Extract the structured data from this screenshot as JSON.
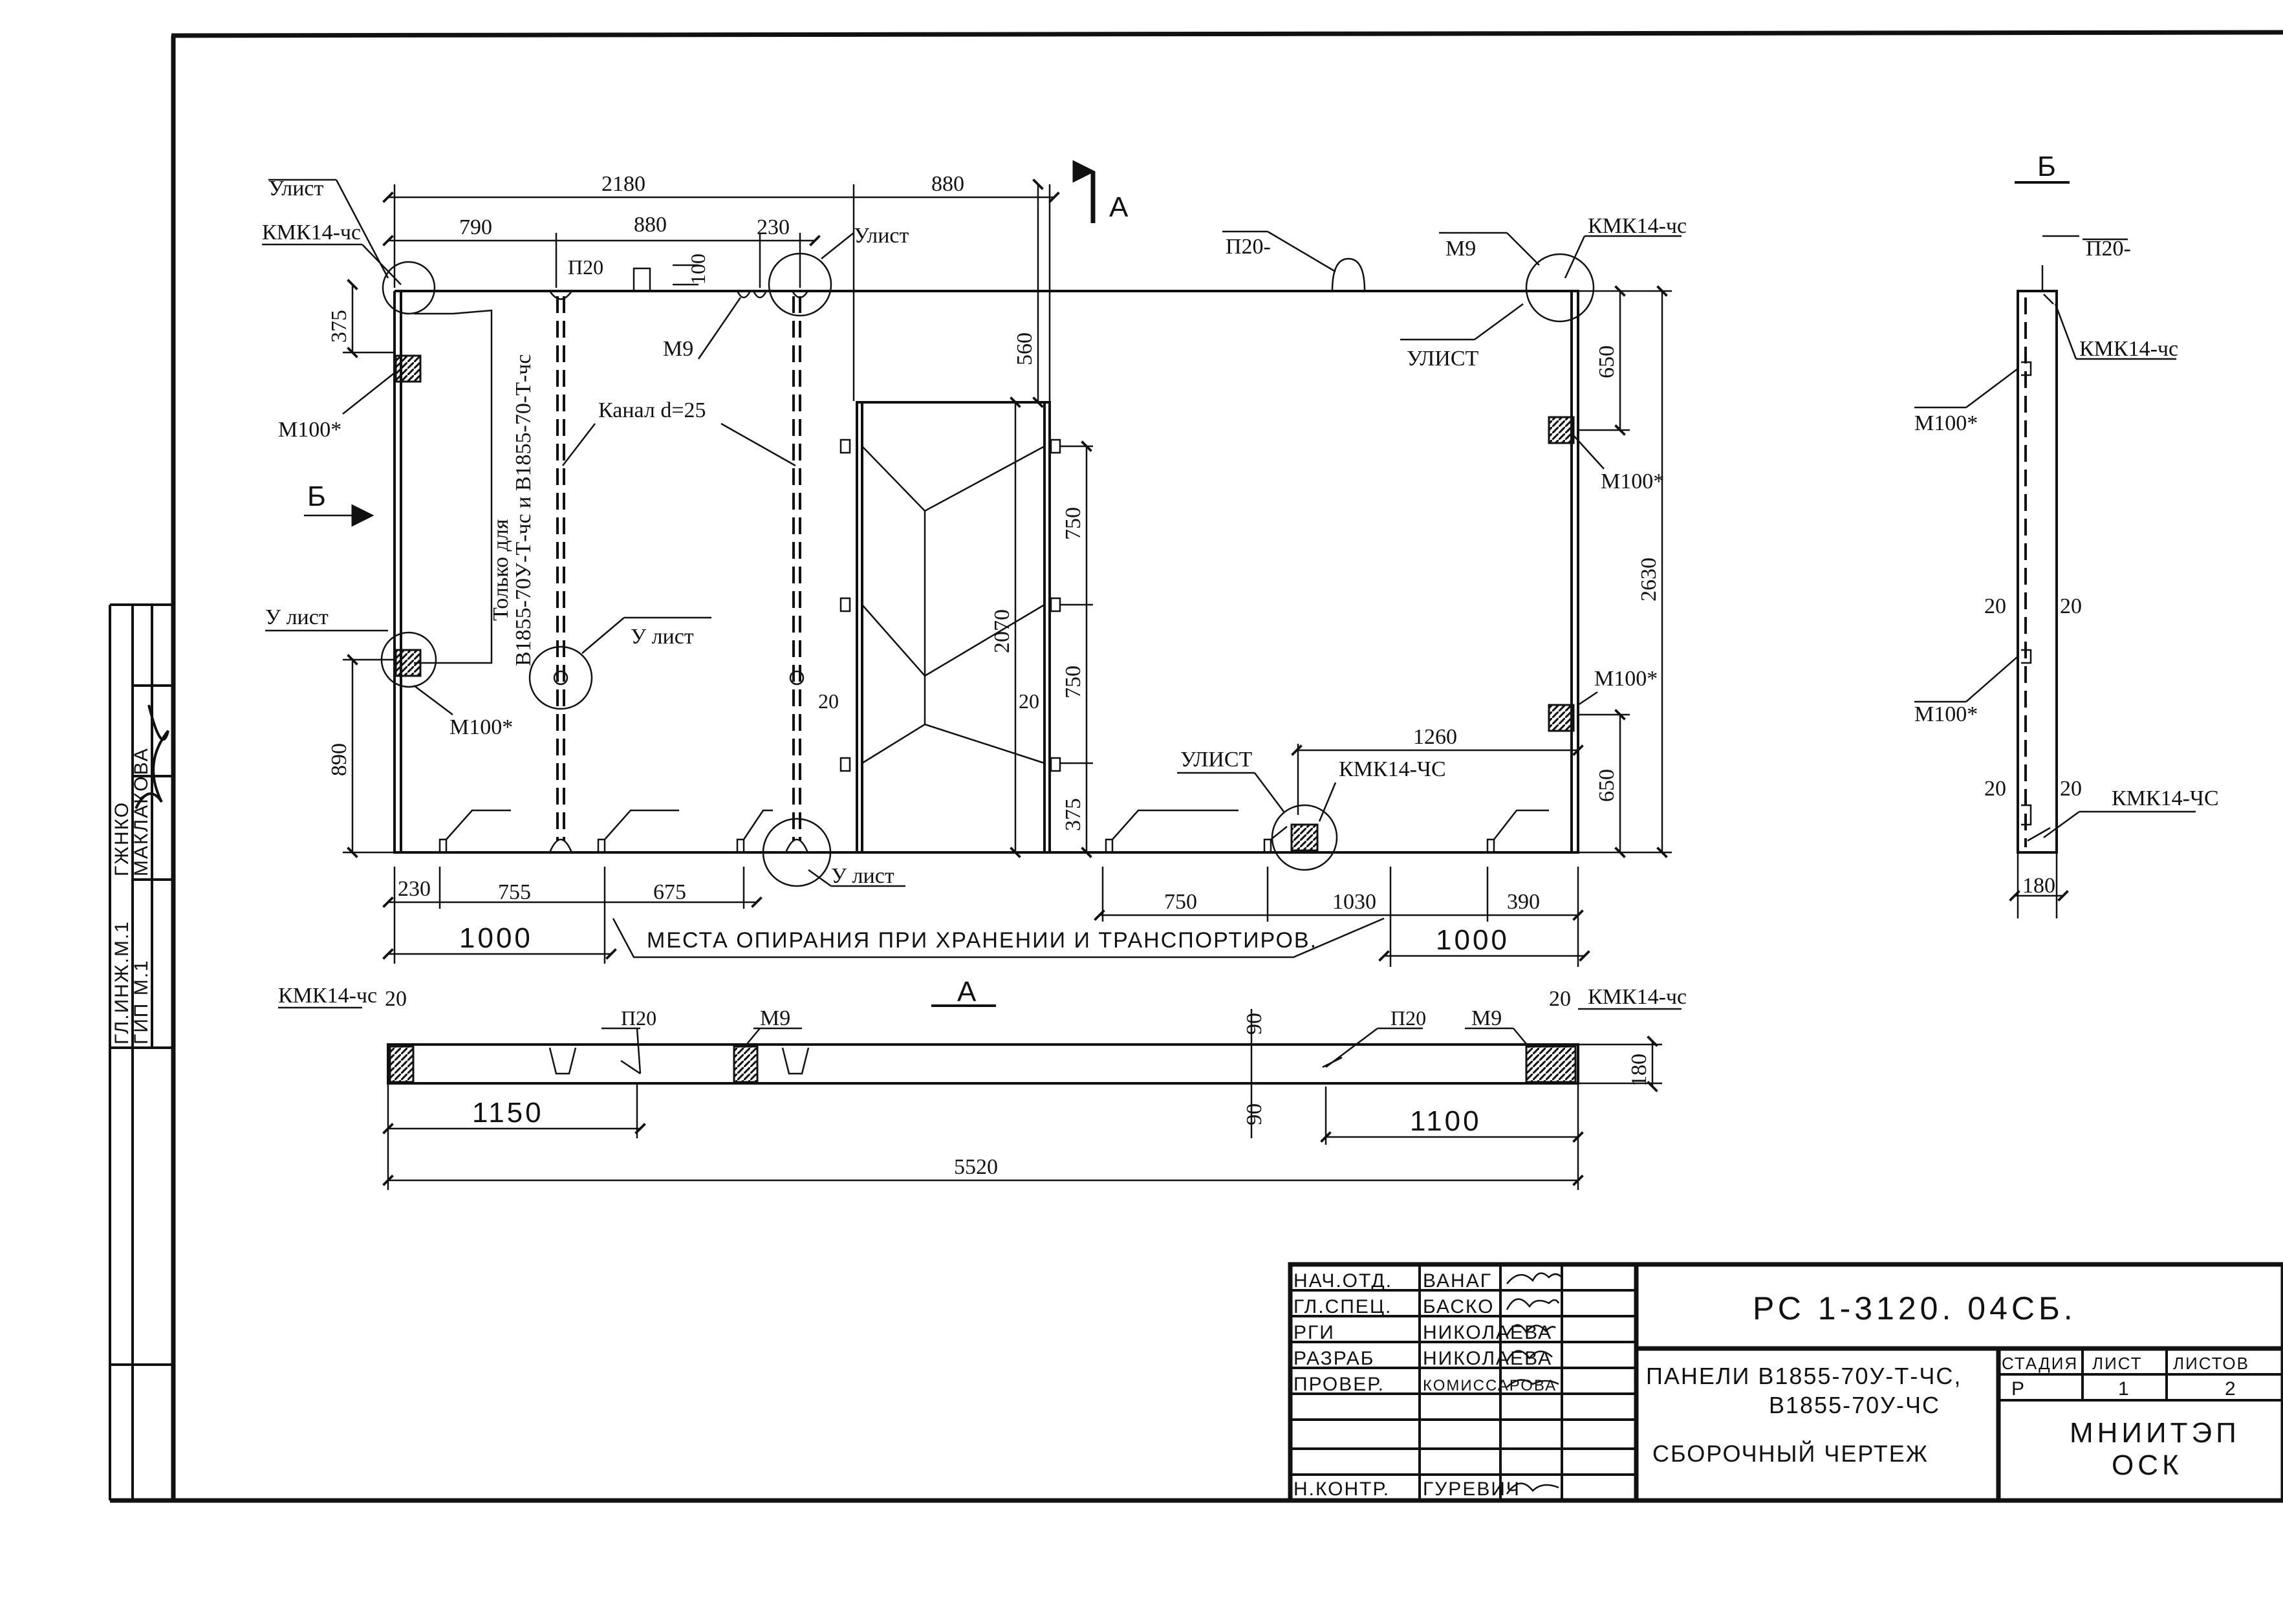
{
  "sheet": {
    "code": "РС 1-3120. 04СБ.",
    "title_line1": "ПАНЕЛИ  В1855-70У-Т-ЧС,",
    "title_line2": "В1855-70У-ЧС",
    "subtitle": "СБОРОЧНЫЙ   ЧЕРТЕЖ",
    "stage_header": "СТАДИЯ",
    "sheet_header": "ЛИСТ",
    "sheets_header": "ЛИСТОВ",
    "stage": "Р",
    "sheet_no": "1",
    "sheets_total": "2",
    "org_line1": "МНИИТЭП",
    "org_line2": "ОСК"
  },
  "signatures": [
    {
      "role": "НАЧ.ОТД.",
      "name": "ВАНАГ"
    },
    {
      "role": "ГЛ.СПЕЦ.",
      "name": "БАСКО"
    },
    {
      "role": "РГИ",
      "name": "НИКОЛАЕВА"
    },
    {
      "role": "РАЗРАБ",
      "name": "НИКОЛАЕВА"
    },
    {
      "role": "ПРОВЕР.",
      "name": "КОМИССАРОВА"
    },
    {
      "role": "Н.КОНТР.",
      "name": "ГУРЕВИЧ"
    }
  ],
  "side_stamp": {
    "role1": "ГЛ.ИНЖ.М.1",
    "name1": "ГЖНКО",
    "role2": "ГИП М.1",
    "name2": "МАКЛАКОВА"
  },
  "front_view": {
    "top_dims": [
      "2180",
      "880",
      "790",
      "880",
      "230"
    ],
    "left_dims": [
      "375",
      "890"
    ],
    "right_dims": [
      "650",
      "2630",
      "650"
    ],
    "door_dims": [
      "560",
      "750",
      "2070",
      "750",
      "375",
      "20",
      "20"
    ],
    "bottom_dims": [
      "230",
      "755",
      "675",
      "1000",
      "750",
      "1030",
      "390",
      "1000",
      "1260"
    ],
    "bump_label": "100",
    "labels": {
      "u_list_tl": "Улист",
      "kmk_tl": "КМК14-чс",
      "p20_top": "П20",
      "u_list_top": "Улист",
      "m9_top": "М9",
      "canal": "Канал d=25",
      "only_for_1": "Только для",
      "only_for_2": "В1855-70У-Т-чс и В1855-70-Т-чс",
      "m100_1": "М100*",
      "b_arrow": "Б",
      "u_list_left": "У лист",
      "m100_2": "М100*",
      "u_list_mid": "У лист",
      "u_list_bottom": "У лист",
      "p20_tr": "П20-",
      "m9_tr": "М9",
      "kmk_tr": "КМК14-чс",
      "u_list_tr": "УЛИСТ",
      "m100_r1": "М100*",
      "m100_r2": "М100*",
      "u_list_br": "УЛИСТ",
      "kmk_br": "КМК14-ЧС",
      "section_a": "А"
    },
    "support_note": "МЕСТА  ОПИРАНИЯ  ПРИ  ХРАНЕНИИ  И  ТРАНСПОРТИРОВ."
  },
  "section_a": {
    "title": "А",
    "labels": [
      "КМК14-чс",
      "20",
      "П20",
      "М9",
      "90",
      "90",
      "П20",
      "М9",
      "20",
      "КМК14-чс",
      "180"
    ],
    "dims": [
      "1150",
      "1100",
      "5520"
    ]
  },
  "section_b": {
    "title": "Б",
    "labels": [
      "П20-",
      "КМК14-чс",
      "М100*",
      "20",
      "20",
      "М100*",
      "20",
      "20",
      "КМК14-ЧС"
    ],
    "width": "180"
  }
}
